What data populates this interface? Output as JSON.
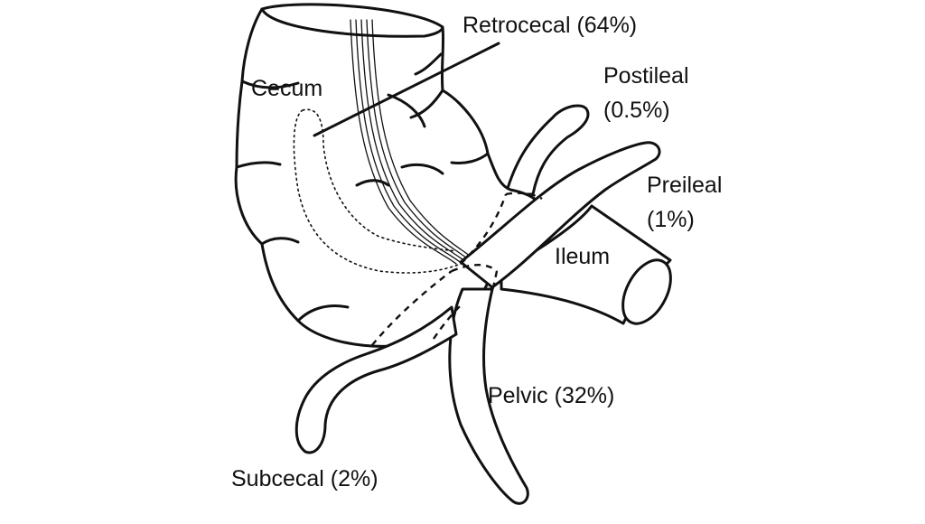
{
  "labels": {
    "retrocecal": "Retrocecal (64%)",
    "cecum": "Cecum",
    "postileal_name": "Postileal",
    "postileal_pct": "(0.5%)",
    "preileal_name": "Preileal",
    "preileal_pct": "(1%)",
    "ileum": "Ileum",
    "pelvic": "Pelvic (32%)",
    "subcecal": "Subcecal (2%)"
  },
  "colors": {
    "ink": "#111111",
    "background": "#ffffff"
  }
}
